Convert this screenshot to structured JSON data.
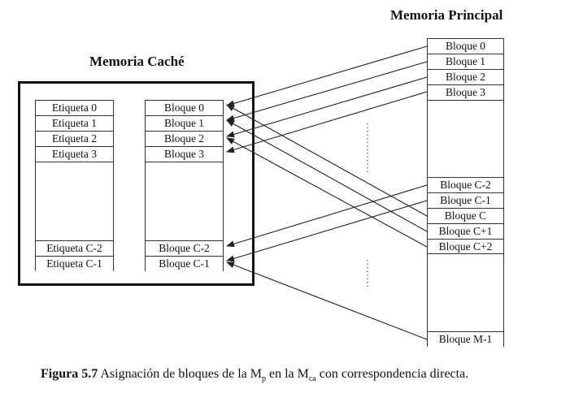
{
  "titles": {
    "main_memory": "Memoria Principal",
    "cache_memory": "Memoria Caché"
  },
  "cache": {
    "tags": [
      "Etiqueta 0",
      "Etiqueta 1",
      "Etiqueta 2",
      "Etiqueta 3"
    ],
    "tags_bottom": [
      "Etiqueta C-2",
      "Etiqueta C-1"
    ],
    "blocks": [
      "Bloque 0",
      "Bloque 1",
      "Bloque 2",
      "Bloque 3"
    ],
    "blocks_bottom": [
      "Bloque C-2",
      "Bloque C-1"
    ]
  },
  "main_memory": {
    "blocks_top": [
      "Bloque 0",
      "Bloque 1",
      "Bloque 2",
      "Bloque 3"
    ],
    "blocks_mid": [
      "Bloque C-2",
      "Bloque C-1",
      "Bloque C",
      "Bloque C+1",
      "Bloque C+2"
    ],
    "blocks_bottom": [
      "Bloque M-1"
    ]
  },
  "caption": {
    "label": "Figura 5.7",
    "text_1": " Asignación de bloques de la M",
    "sub_1": "p",
    "text_2": " en la M",
    "sub_2": "ca",
    "text_3": " con correspondencia directa."
  },
  "colors": {
    "line": "#333333",
    "background": "#ffffff"
  }
}
